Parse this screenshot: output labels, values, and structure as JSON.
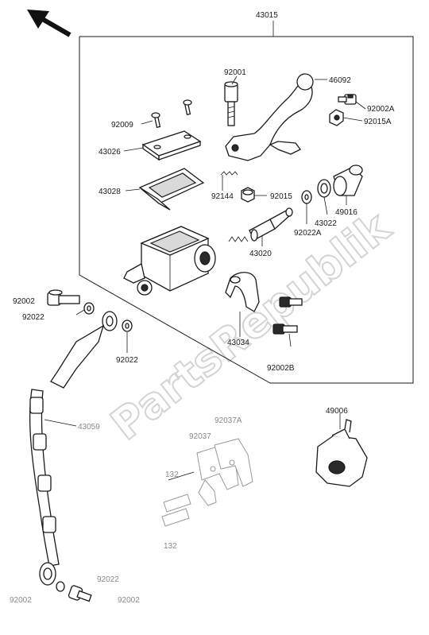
{
  "watermark": "PartsRepublik",
  "part_labels": {
    "p43015": "43015",
    "p92001": "92001",
    "p46092": "46092",
    "p92002A": "92002A",
    "p92015A": "92015A",
    "p92009": "92009",
    "p43026": "43026",
    "p43028": "43028",
    "p92144": "92144",
    "p92015": "92015",
    "p49016": "49016",
    "p43022": "43022",
    "p92022A": "92022A",
    "p43020": "43020",
    "p92002_top": "92002",
    "p92022_top": "92022",
    "p92022_mid": "92022",
    "p43034": "43034",
    "p92002B": "92002B",
    "p43059": "43059",
    "p92037A": "92037A",
    "p92037": "92037",
    "p49006": "49006",
    "p132_top": "132",
    "p132_bottom": "132",
    "p92022_bottom": "92022",
    "p92002_bottom_left": "92002",
    "p92002_bottom_right": "92002"
  }
}
